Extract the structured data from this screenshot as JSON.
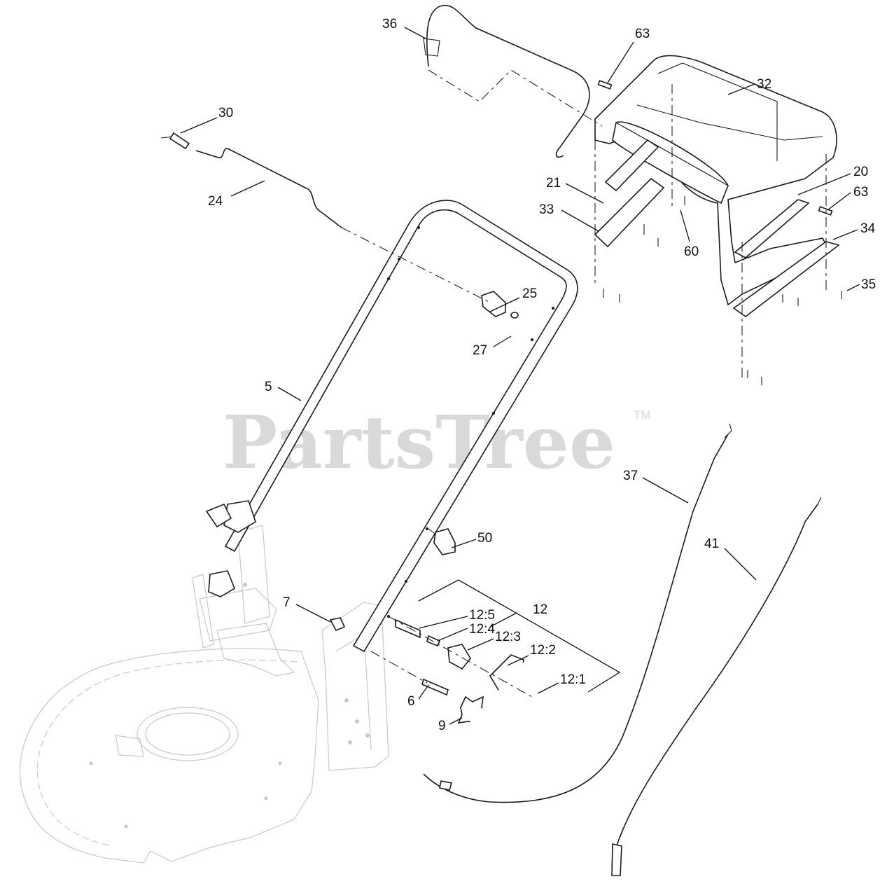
{
  "watermark": {
    "brand": "PartsTree",
    "trademark": "TM"
  },
  "callouts": {
    "c36": "36",
    "c63a": "63",
    "c32": "32",
    "c30": "30",
    "c24": "24",
    "c21": "21",
    "c33": "33",
    "c60": "60",
    "c20": "20",
    "c63b": "63",
    "c34": "34",
    "c35": "35",
    "c25": "25",
    "c27": "27",
    "c5": "5",
    "c37": "37",
    "c50": "50",
    "c41": "41",
    "c7": "7",
    "c12": "12",
    "c12_5": "12:5",
    "c12_4": "12:4",
    "c12_3": "12:3",
    "c12_2": "12:2",
    "c12_1": "12:1",
    "c6": "6",
    "c9": "9"
  }
}
